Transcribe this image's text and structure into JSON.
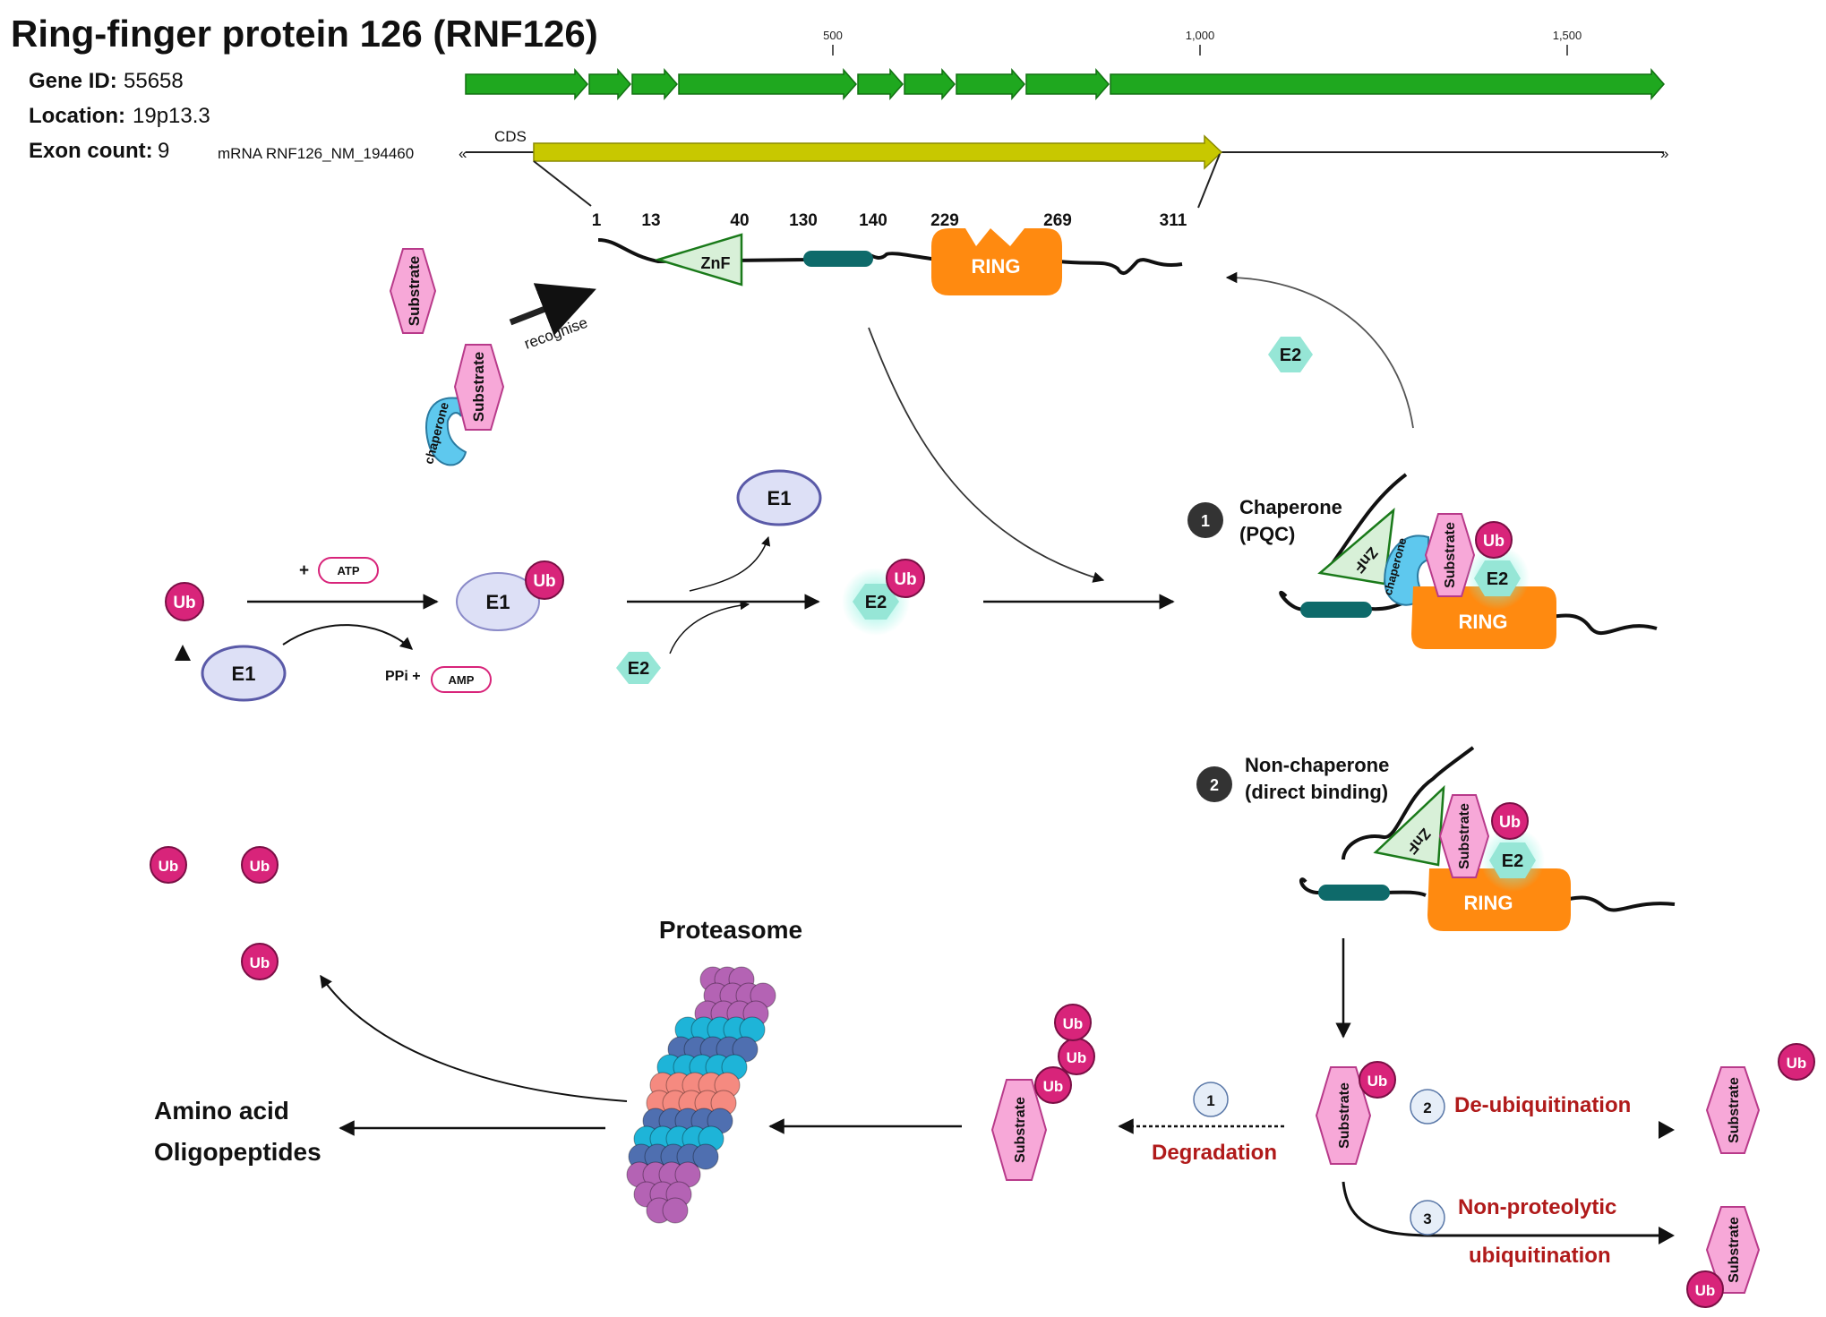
{
  "header": {
    "title": "Ring-finger protein 126 (RNF126)",
    "gene_id_label": "Gene ID:",
    "gene_id_value": "55658",
    "location_label": "Location:",
    "location_value": "19p13.3",
    "exon_label": "Exon count:",
    "exon_value": "9"
  },
  "genome_track": {
    "ticks": [
      "500",
      "1,000",
      "1,500"
    ],
    "cds_label": "CDS",
    "mrna_label": "mRNA RNF126_NM_194460",
    "left_marker": "«",
    "right_marker": "»",
    "exon_color": "#1fa81f",
    "cds_color": "#c8c800"
  },
  "domain_map": {
    "positions": [
      "1",
      "13",
      "40",
      "130",
      "140",
      "229",
      "269",
      "311"
    ],
    "znf_label": "ZnF",
    "ring_label": "RING",
    "ring_color": "#ff8a10",
    "znf_color": "#d8f0d8"
  },
  "recognition": {
    "substrate_label": "Substrate",
    "chaperone_label": "chaperone",
    "recognise_label": "recognise"
  },
  "cascade": {
    "ub_label": "Ub",
    "e1_label": "E1",
    "e2_label": "E2",
    "plus": "+",
    "atp_label": "ATP",
    "ppi_label": "PPi +",
    "amp_label": "AMP"
  },
  "pathway1": {
    "number": "1",
    "line1": "Chaperone",
    "line2": "(PQC)",
    "znf_label": "ZnF",
    "chaperone_label": "chaperone",
    "substrate_label": "Substrate",
    "ub_label": "Ub",
    "e2_label": "E2",
    "ring_label": "RING"
  },
  "pathway2": {
    "number": "2",
    "line1": "Non-chaperone",
    "line2": "(direct binding)",
    "znf_label": "ZnF",
    "substrate_label": "Substrate",
    "ub_label": "Ub",
    "e2_label": "E2",
    "ring_label": "RING"
  },
  "outcomes": {
    "substrate_label": "Substrate",
    "ub_label": "Ub",
    "degradation_num": "1",
    "degradation_label": "Degradation",
    "deub_num": "2",
    "deub_label": "De-ubiquitination",
    "nonprot_num": "3",
    "nonprot_line1": "Non-proteolytic",
    "nonprot_line2": "ubiquitination"
  },
  "proteasome": {
    "label": "Proteasome",
    "colors": [
      "#b463b4",
      "#1eb4d8",
      "#4f6fb0",
      "#f58a80"
    ]
  },
  "products": {
    "line1": "Amino acid",
    "line2": "Oligopeptides"
  }
}
